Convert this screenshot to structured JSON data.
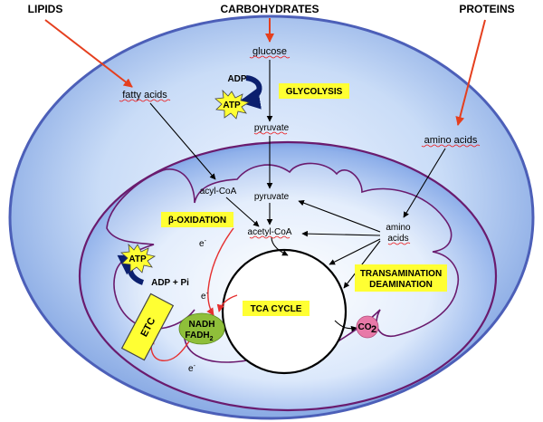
{
  "sources": {
    "lipids": "LIPIDS",
    "carbohydrates": "CARBOHYDRATES",
    "proteins": "PROTEINS"
  },
  "metabolites": {
    "glucose": "glucose",
    "fatty_acids": "fatty acids",
    "pyruvate_cytosol": "pyruvate",
    "amino_acids_cytosol": "amino acids",
    "acyl_coa": "acyl-CoA",
    "pyruvate_mito": "pyruvate",
    "acetyl_coa": "acetyl-CoA",
    "amino_acids_mito_line1": "amino",
    "amino_acids_mito_line2": "acids",
    "adp": "ADP",
    "adp_pi": "ADP + Pi",
    "nadh": "NADH",
    "fadh2": "FADH",
    "fadh2_sub": "2",
    "co2": "CO",
    "co2_sub": "2",
    "electron": "e",
    "electron_sup": "-"
  },
  "boxes": {
    "glycolysis": "GLYCOLYSIS",
    "beta_oxidation": "β-OXIDATION",
    "transamination_line1": "TRANSAMINATION",
    "transamination_line2": "DEAMINATION",
    "tca_cycle": "TCA CYCLE",
    "etc": "ETC"
  },
  "atp": {
    "top": "ATP",
    "left": "ATP"
  },
  "colors": {
    "cell_outer": "#5470c6",
    "cell_fill": "#a6c3ee",
    "mito_fill": "#4f7fd6",
    "label_box": "#ffff33",
    "atp_star": "#ffff33",
    "nadh_oval": "#8fbf3a",
    "co2_circle": "#e879a8",
    "source_arrow": "#e53f1e",
    "electron_arrow": "#e53030",
    "mito_membrane": "#6a1b6e",
    "dark_arrow": "#0b1f6e"
  }
}
